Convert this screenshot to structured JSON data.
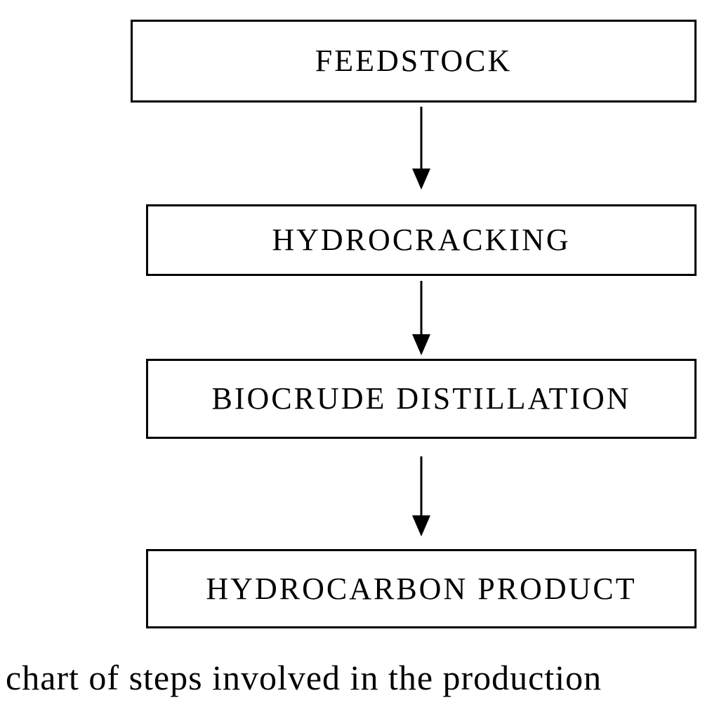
{
  "diagram": {
    "steps": [
      {
        "label": "FEEDSTOCK"
      },
      {
        "label": "HYDROCRACKING"
      },
      {
        "label": "BIOCRUDE DISTILLATION"
      },
      {
        "label": "HYDROCARBON PRODUCT"
      }
    ],
    "caption": "chart of steps involved in the production"
  }
}
